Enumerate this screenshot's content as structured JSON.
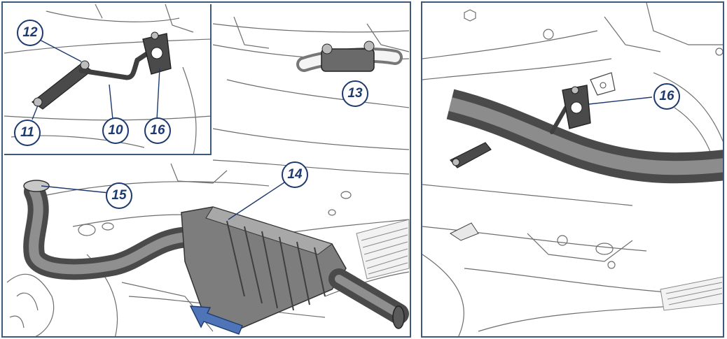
{
  "colors": {
    "frame": "#3d5a7a",
    "callout_text": "#1d3a6e",
    "line_art": "#6e6e6e",
    "pipe_dark": "#4a4a4a",
    "pipe_mid": "#7d7d7d",
    "arrow_fill": "#4f74b8"
  },
  "icons": [
    "direction-arrow-icon"
  ],
  "callouts": {
    "inset_12": "12",
    "inset_11": "11",
    "inset_10": "10",
    "inset_16": "16",
    "clamp_13": "13",
    "converter_14": "14",
    "flange_15": "15",
    "hanger_16": "16"
  }
}
